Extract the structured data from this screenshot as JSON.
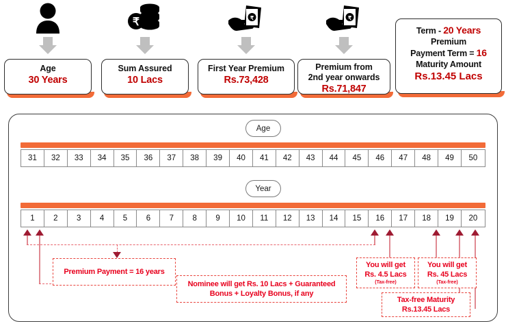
{
  "summary_cards": [
    {
      "icon": "person-icon",
      "title": "Age",
      "value": "30 Years"
    },
    {
      "icon": "coin-stack-rupee-icon",
      "title": "Sum Assured",
      "value": "10 Lacs"
    },
    {
      "icon": "hand-cash-icon",
      "title": "First Year Premium",
      "value": "Rs.73,428"
    },
    {
      "icon": "hand-cash-icon",
      "title_line1": "Premium from",
      "title_line2": "2nd year onwards",
      "value": "Rs.71,847"
    }
  ],
  "term_card": {
    "line1_label": "Term  - ",
    "line1_value": "20 Years",
    "line2": "Premium",
    "line3_label": "Payment Term = ",
    "line3_value": "16",
    "line4": "Maturity Amount",
    "line5_value": "Rs.13.45 Lacs"
  },
  "timeline": {
    "age_label": "Age",
    "year_label": "Year",
    "age_values": [
      "31",
      "32",
      "33",
      "34",
      "35",
      "36",
      "37",
      "38",
      "39",
      "40",
      "41",
      "42",
      "43",
      "44",
      "45",
      "46",
      "47",
      "48",
      "49",
      "50"
    ],
    "year_values": [
      "1",
      "2",
      "3",
      "4",
      "5",
      "6",
      "7",
      "8",
      "9",
      "10",
      "11",
      "12",
      "13",
      "14",
      "15",
      "16",
      "17",
      "18",
      "19",
      "20"
    ]
  },
  "callouts": {
    "premium_payment": {
      "text": "Premium Payment = 16 years"
    },
    "nominee": {
      "line1": "Nominee will get Rs. 10 Lacs + Guaranteed",
      "line2": "Bonus + Loyalty Bonus, if any"
    },
    "payout_year16": {
      "line1": "You will get",
      "line2": "Rs. 4.5 Lacs",
      "note": "(Tax-free)"
    },
    "payout_year18": {
      "line1": "You will get",
      "line2": "Rs. 45 Lacs",
      "note": "(Tax-free)"
    },
    "maturity": {
      "line1": "Tax-free Maturity",
      "line2": "Rs.13.45 Lacs"
    }
  },
  "colors": {
    "orange": "#F26B38",
    "red_value": "#C00000",
    "callout_red": "#E8001D",
    "connector": "#9E1B32"
  }
}
